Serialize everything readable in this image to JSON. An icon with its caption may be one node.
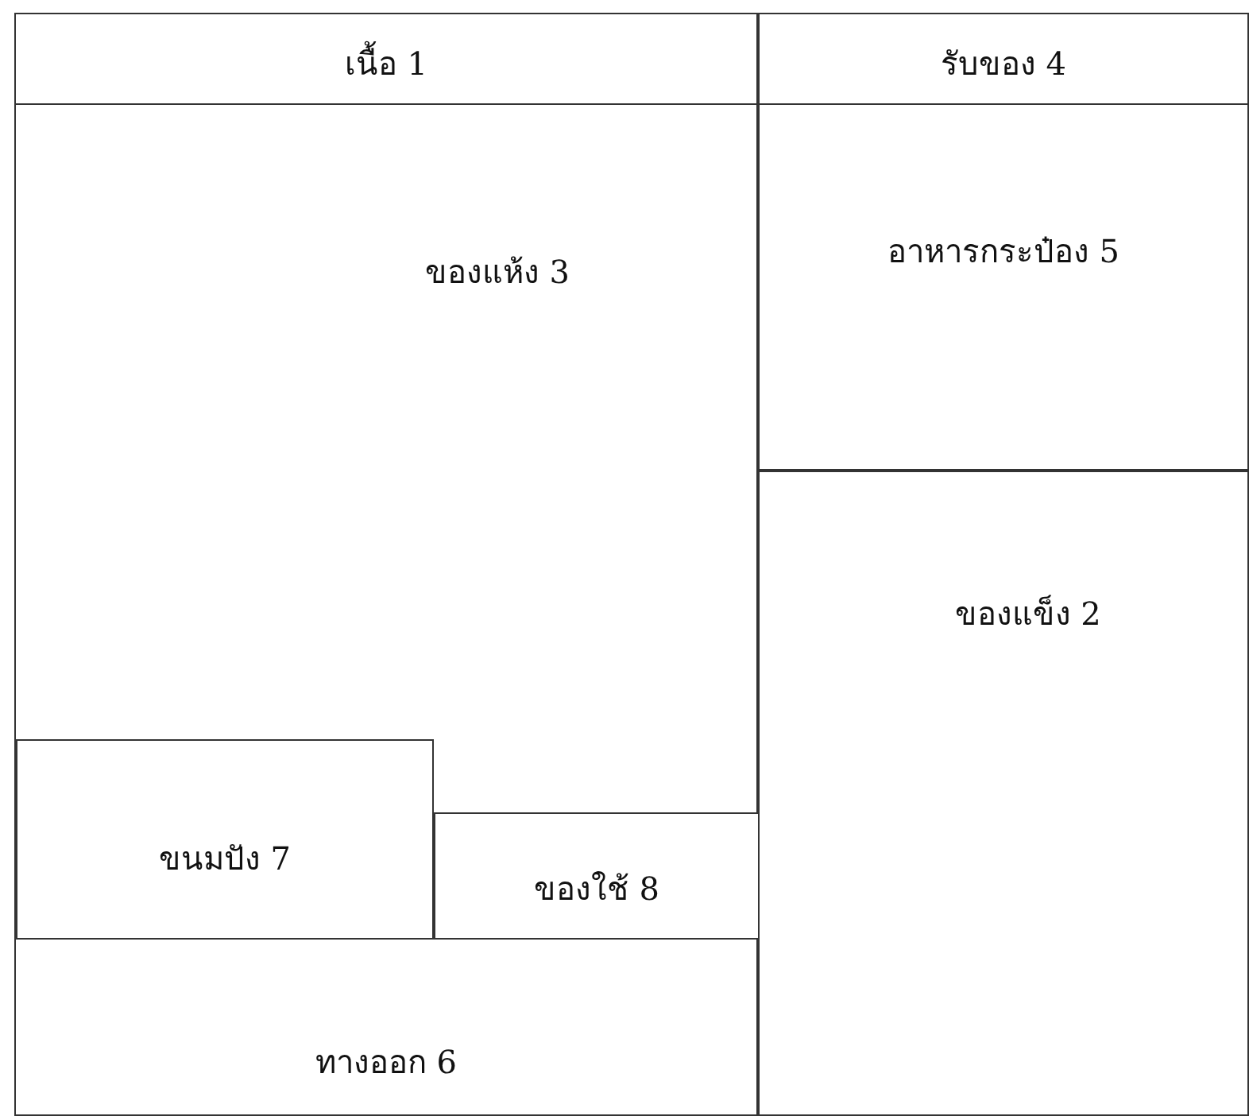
{
  "diagram": {
    "nodes": [
      {
        "text": [
          "เนื้อ 1"
        ]
      },
      {
        "text": [
          "รับของ 4"
        ]
      },
      {
        "text": [
          "ของแห้ง 3"
        ]
      },
      {
        "text": [
          "อาหารกระป๋อง 5"
        ]
      },
      {
        "text": [
          "ของแข็ง 2"
        ]
      },
      {
        "text": [
          "ขนมปัง 7"
        ],
        "in": 2
      },
      {
        "text": [
          "ของใช้ 8"
        ],
        "in": 2
      },
      {
        "text": [
          "ทางออก 6"
        ]
      }
    ]
  }
}
